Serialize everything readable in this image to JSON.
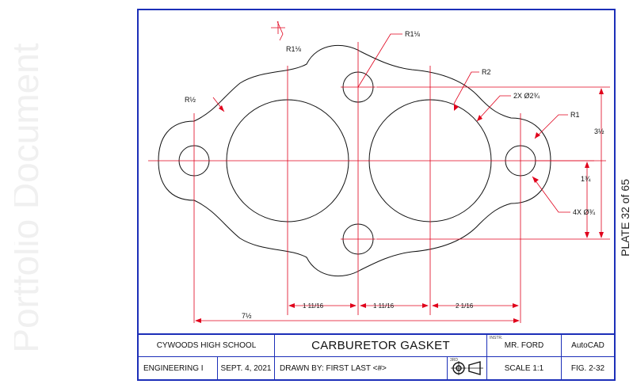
{
  "watermark": {
    "text": "Portfolio Document"
  },
  "plate": {
    "label": "PLATE 32 of 65"
  },
  "drawing": {
    "dims": {
      "r_top_small": "R1⅛",
      "r_top_big": "R1⅛",
      "r2": "R2",
      "r_left": "R½",
      "holes_big": "2X Ø2¾",
      "r1": "R1",
      "holes_small": "4X Ø¾",
      "height_total": "3½",
      "height_half": "1¾",
      "h_7_1_2": "7½",
      "h_1_11_a": "1 11/16",
      "h_1_11_b": "1 11/16",
      "h_2_1_16": "2 1/16"
    }
  },
  "title_block": {
    "school": "CYWOODS HIGH SCHOOL",
    "title": "CARBURETOR GASKET",
    "instructor_caption": "INSTR.",
    "instructor": "MR. FORD",
    "software": "AutoCAD",
    "course": "ENGINEERING I",
    "date": "SEPT. 4, 2021",
    "drawn_by": "DRAWN BY: FIRST LAST <#>",
    "projection_caption": "3RD",
    "scale": "SCALE 1:1",
    "figure": "FIG. 2-32"
  },
  "colors": {
    "border": "#1c2fb8",
    "dimension": "#e0001b",
    "outline": "#111111",
    "watermark": "#f0f0f0"
  }
}
